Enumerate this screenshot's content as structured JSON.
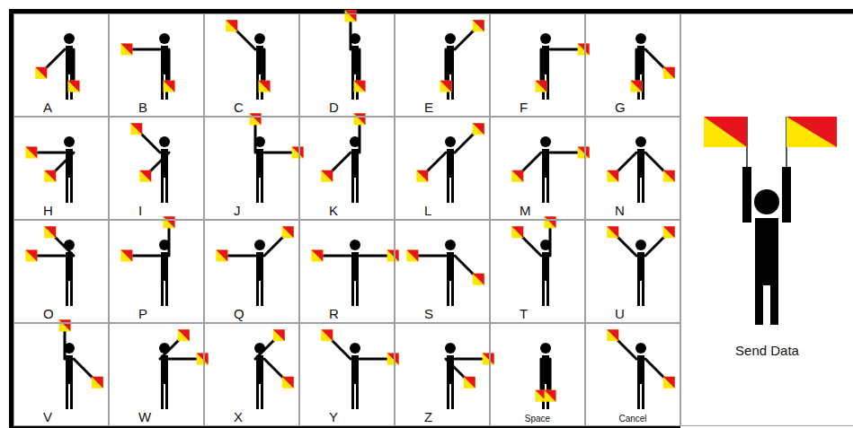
{
  "diagram": {
    "nodes": [
      {
        "text": [
          "A"
        ]
      },
      {
        "text": [
          "B"
        ]
      },
      {
        "text": [
          "C"
        ]
      },
      {
        "text": [
          "D"
        ]
      },
      {
        "text": [
          "E"
        ]
      },
      {
        "text": [
          "F"
        ]
      },
      {
        "text": [
          "G"
        ]
      },
      {
        "text": [
          "H"
        ]
      },
      {
        "text": [
          "I"
        ]
      },
      {
        "text": [
          "J"
        ]
      },
      {
        "text": [
          "K"
        ]
      },
      {
        "text": [
          "L"
        ]
      },
      {
        "text": [
          "M"
        ]
      },
      {
        "text": [
          "N"
        ]
      },
      {
        "text": [
          "O"
        ]
      },
      {
        "text": [
          "P"
        ]
      },
      {
        "text": [
          "Q"
        ]
      },
      {
        "text": [
          "R"
        ]
      },
      {
        "text": [
          "S"
        ]
      },
      {
        "text": [
          "T"
        ]
      },
      {
        "text": [
          "U"
        ]
      },
      {
        "text": [
          "V"
        ]
      },
      {
        "text": [
          "W"
        ]
      },
      {
        "text": [
          "X"
        ]
      },
      {
        "text": [
          "Y"
        ]
      },
      {
        "text": [
          "Z"
        ]
      },
      {
        "text": [
          "Space"
        ]
      },
      {
        "text": [
          "Cancel"
        ]
      },
      {
        "text": [
          "Send Data"
        ]
      }
    ]
  }
}
